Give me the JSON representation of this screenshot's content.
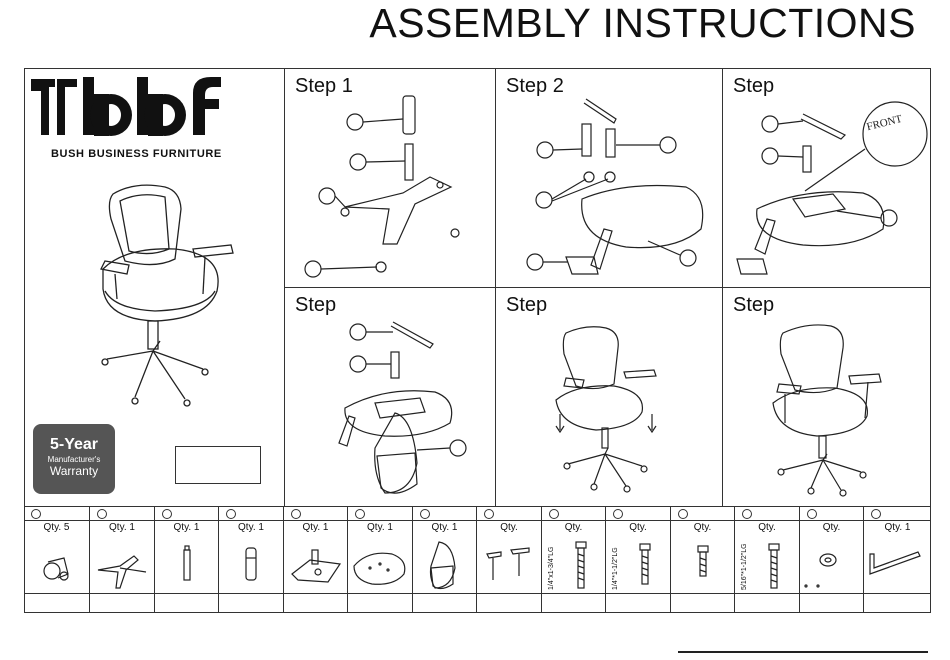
{
  "title": "ASSEMBLY INSTRUCTIONS",
  "brand": {
    "logo": "bbf",
    "name": "BUSH BUSINESS FURNITURE"
  },
  "warranty": {
    "line1": "5-Year",
    "line2": "Manufacturer's",
    "line3": "Warranty"
  },
  "steps": [
    {
      "label": "Step 1"
    },
    {
      "label": "Step 2"
    },
    {
      "label": "Step"
    },
    {
      "label": "Step"
    },
    {
      "label": "Step"
    },
    {
      "label": "Step"
    }
  ],
  "parts": [
    {
      "qty": "Qty. 5",
      "icon": "caster-icon"
    },
    {
      "qty": "Qty. 1",
      "icon": "base-icon"
    },
    {
      "qty": "Qty. 1",
      "icon": "gas-cylinder-icon"
    },
    {
      "qty": "Qty. 1",
      "icon": "cylinder-cover-icon"
    },
    {
      "qty": "Qty. 1",
      "icon": "mechanism-icon"
    },
    {
      "qty": "Qty. 1",
      "icon": "seat-icon"
    },
    {
      "qty": "Qty. 1",
      "icon": "back-bracket-icon"
    },
    {
      "qty": "Qty.",
      "icon": "armrest-icon"
    },
    {
      "qty": "Qty.",
      "icon": "bolt-icon",
      "size": "1/4\"x1-3/4\"LG"
    },
    {
      "qty": "Qty.",
      "icon": "bolt-icon",
      "size": "1/4\"*1-1/2\"LG"
    },
    {
      "qty": "Qty.",
      "icon": "bolt-icon"
    },
    {
      "qty": "Qty.",
      "icon": "bolt-icon",
      "size": "5/16\"*1-1/2\"LG"
    },
    {
      "qty": "Qty.",
      "icon": "washer-icon"
    },
    {
      "qty": "Qty. 1",
      "icon": "allen-wrench-icon"
    }
  ],
  "callouts": {
    "front": "FRONT"
  }
}
